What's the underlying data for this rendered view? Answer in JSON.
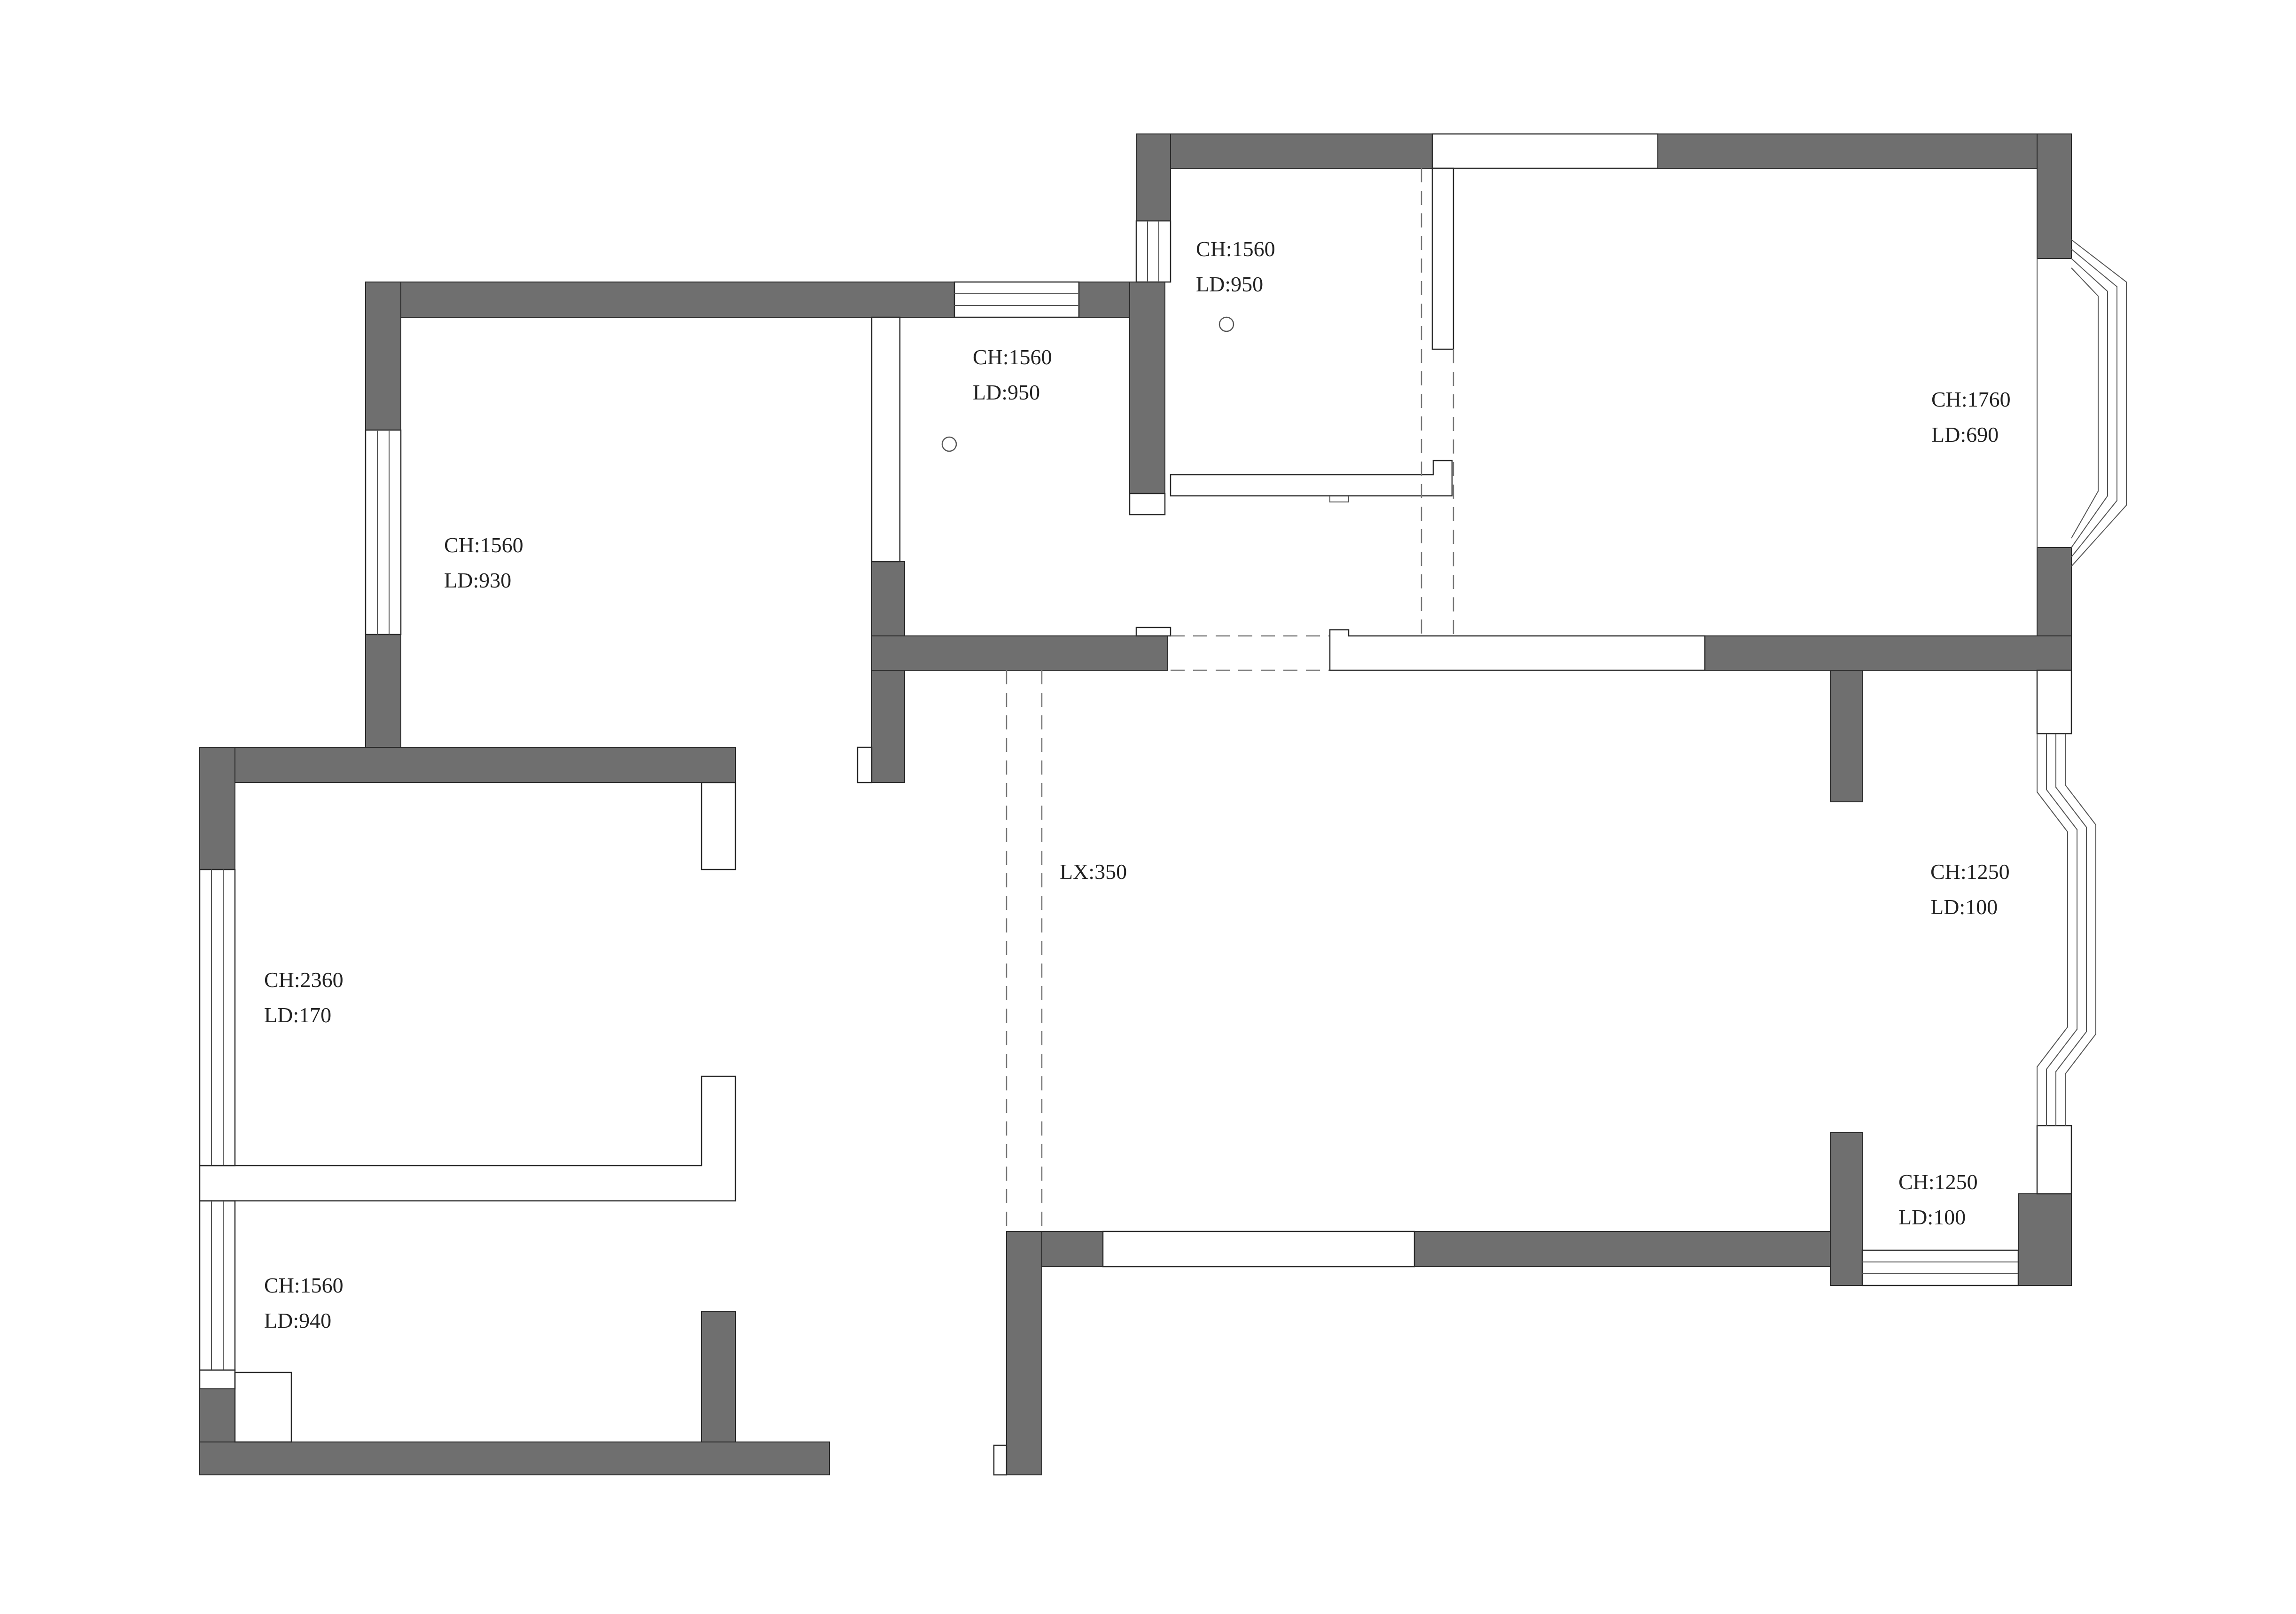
{
  "labels": [
    {
      "id": "bedroom-nw",
      "ch": "CH:1560",
      "ld": "LD:930"
    },
    {
      "id": "bath-center",
      "ch": "CH:1560",
      "ld": "LD:950"
    },
    {
      "id": "bath-north",
      "ch": "CH:1560",
      "ld": "LD:950"
    },
    {
      "id": "bedroom-ne",
      "ch": "CH:1760",
      "ld": "LD:690"
    },
    {
      "id": "bedroom-w",
      "ch": "CH:2360",
      "ld": "LD:170"
    },
    {
      "id": "room-sw",
      "ch": "CH:1560",
      "ld": "LD:940"
    },
    {
      "id": "living-east",
      "ch": "CH:1250",
      "ld": "LD:100"
    },
    {
      "id": "balcony-se",
      "ch": "CH:1250",
      "ld": "LD:100"
    }
  ],
  "living_label": "LX:350",
  "colors": {
    "wall": "#6f6f6f",
    "line": "#2a2a2a"
  }
}
